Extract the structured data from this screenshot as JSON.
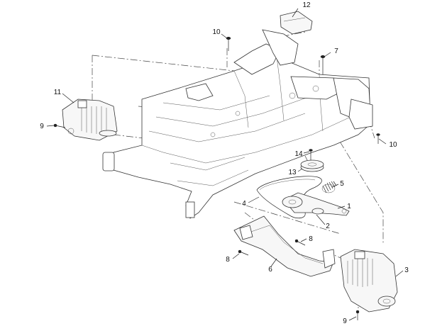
{
  "callouts": [
    {
      "id": "c12",
      "text": "12"
    },
    {
      "id": "c10a",
      "text": "10"
    },
    {
      "id": "c7",
      "text": "7"
    },
    {
      "id": "c11",
      "text": "11"
    },
    {
      "id": "c9a",
      "text": "9"
    },
    {
      "id": "c10b",
      "text": "10"
    },
    {
      "id": "c14",
      "text": "14"
    },
    {
      "id": "c13",
      "text": "13"
    },
    {
      "id": "c5",
      "text": "5"
    },
    {
      "id": "c4",
      "text": "4"
    },
    {
      "id": "c1",
      "text": "1"
    },
    {
      "id": "c2",
      "text": "2"
    },
    {
      "id": "c8a",
      "text": "8"
    },
    {
      "id": "c8b",
      "text": "8"
    },
    {
      "id": "c6",
      "text": "6"
    },
    {
      "id": "c3",
      "text": "3"
    },
    {
      "id": "c9b",
      "text": "9"
    }
  ]
}
